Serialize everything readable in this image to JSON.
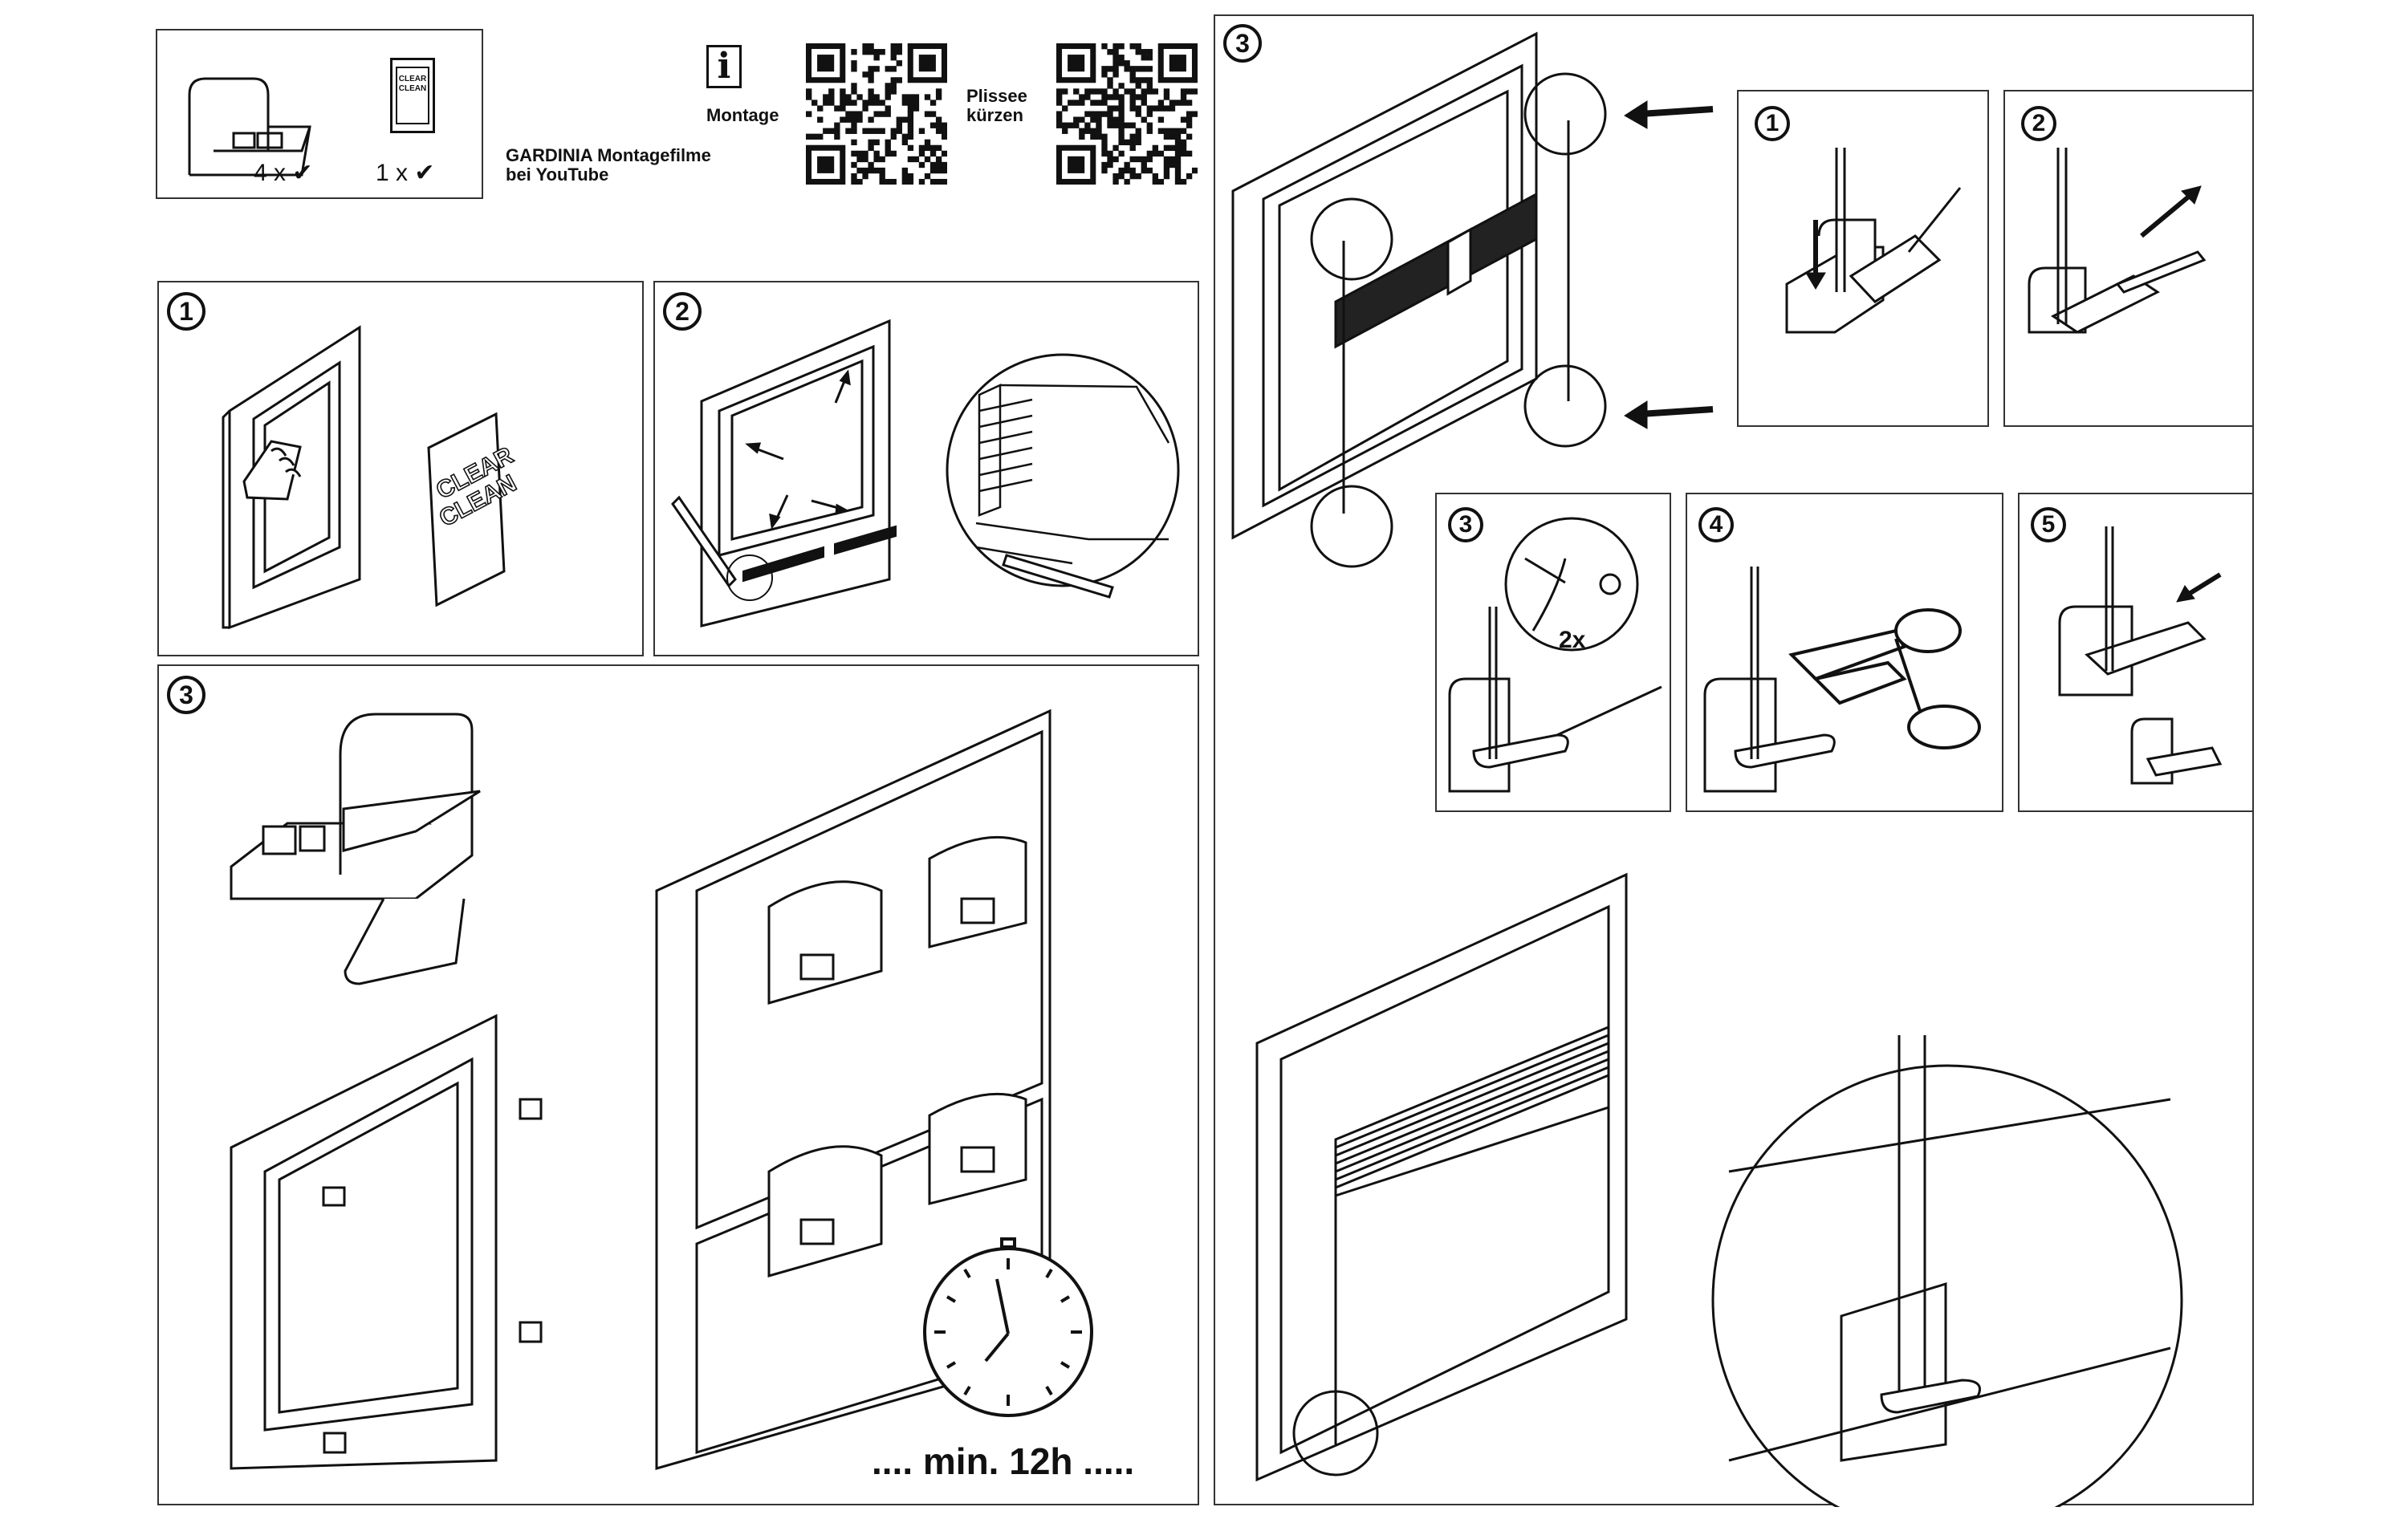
{
  "header": {
    "parts": [
      {
        "count": "4 x",
        "check": "✔"
      },
      {
        "count": "1 x",
        "check": "✔"
      }
    ],
    "clear_clean_card": [
      "CLEAR",
      "CLEAN"
    ],
    "youtube_text": [
      "GARDINIA Montagefilme",
      "bei YouTube"
    ],
    "info_icon": "i",
    "qr_codes": [
      {
        "label": "Montage"
      },
      {
        "label": [
          "Plissee",
          "kürzen"
        ]
      }
    ]
  },
  "steps_left": [
    {
      "number": "1",
      "card_text": [
        "CLEAR",
        "CLEAN"
      ]
    },
    {
      "number": "2"
    },
    {
      "number": "3",
      "cure_time": ".... min. 12h ....."
    }
  ],
  "steps_right": {
    "number": "3",
    "substeps": [
      {
        "number": "1"
      },
      {
        "number": "2"
      },
      {
        "number": "3",
        "repeat": "2x"
      },
      {
        "number": "4"
      },
      {
        "number": "5"
      }
    ]
  },
  "icons": [
    "info-icon",
    "qr-code-icon",
    "checkmark-icon",
    "arrow-icon",
    "scissors-icon",
    "clock-icon",
    "hand-wipe-icon",
    "pen-icon"
  ]
}
